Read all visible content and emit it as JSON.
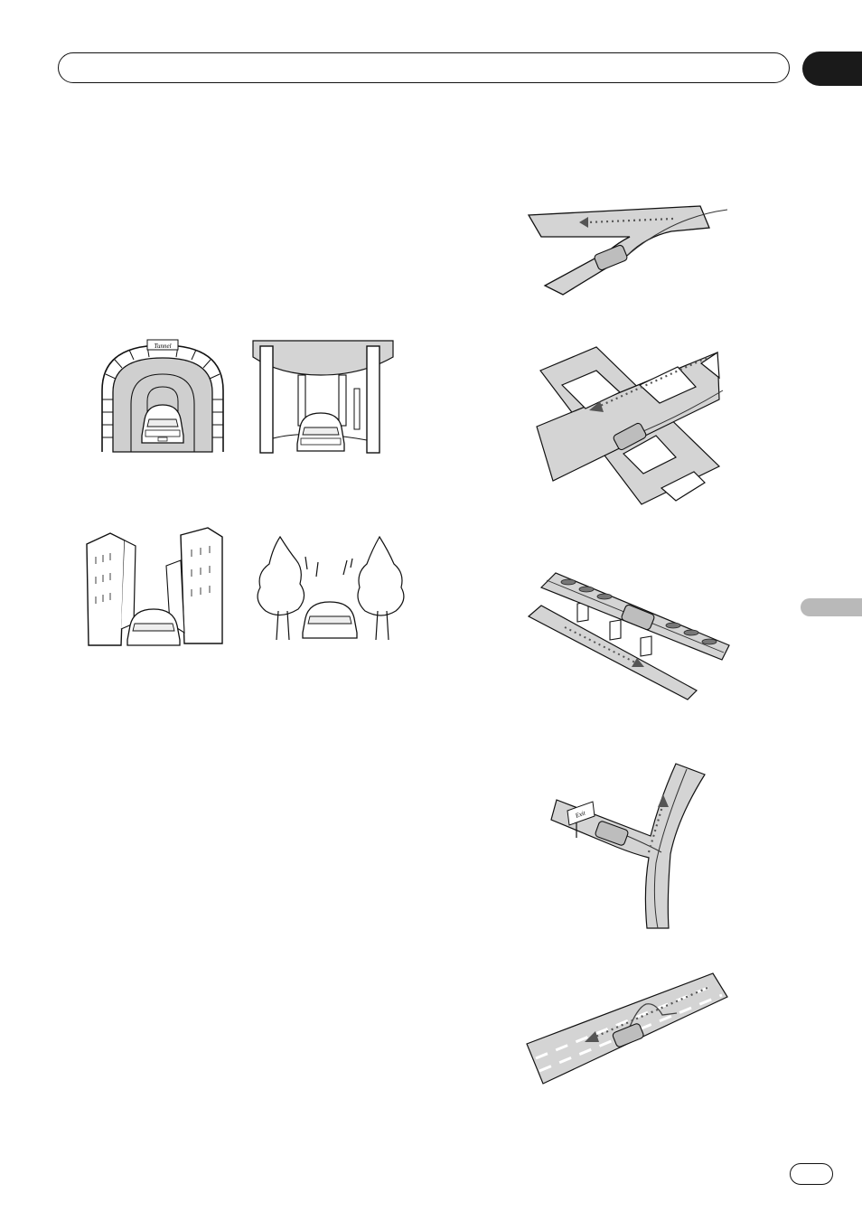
{
  "header": {
    "title": ""
  },
  "chapter_tab": {
    "label": ""
  },
  "side_tab": {
    "label": ""
  },
  "footer": {
    "page_number": ""
  },
  "colors": {
    "road": "#d4d4d4",
    "car": "#bdbdbd",
    "tab_dark": "#1a1a1a",
    "tab_light": "#b9b9b9",
    "ink": "#111111"
  },
  "illustrations": {
    "left": [
      {
        "id": "tunnel",
        "sign_text": "Tunnel"
      },
      {
        "id": "parking-garage"
      },
      {
        "id": "tall-buildings"
      },
      {
        "id": "dense-trees"
      }
    ],
    "right": [
      {
        "id": "shallow-fork"
      },
      {
        "id": "grid-streets"
      },
      {
        "id": "elevated-road"
      },
      {
        "id": "exit-ramp",
        "sign_text": "Exit"
      },
      {
        "id": "u-turn"
      }
    ]
  }
}
